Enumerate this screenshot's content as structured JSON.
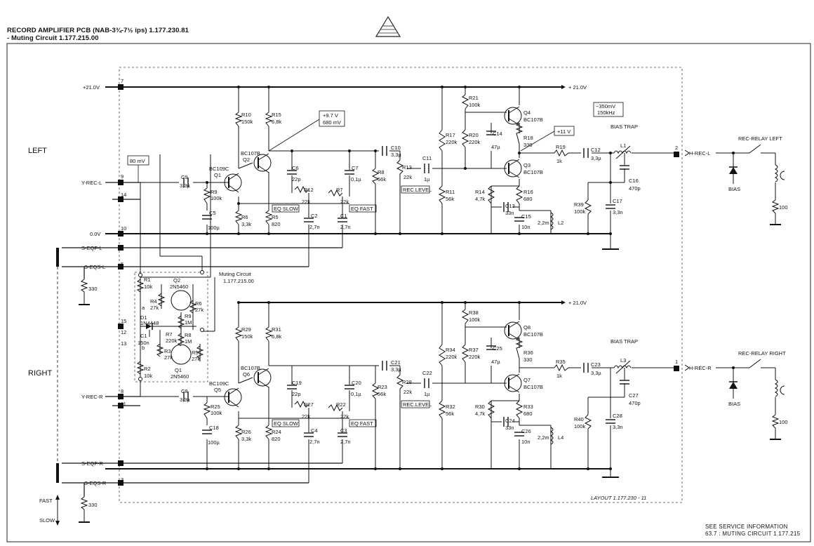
{
  "header": {
    "line1": "RECORD AMPLIFIER PCB (NAB-3¾-7½ ips)   1.177.230.81",
    "line2": "- Muting Circuit   1.177.215.00"
  },
  "footer": {
    "line1": "SEE SERVICE INFORMATION",
    "line2": "63.7 : MUTING CIRCUIT 1.177.215"
  },
  "layout_label": "LAYOUT  1.177.230 - 11",
  "channels": {
    "left": "LEFT",
    "right": "RIGHT"
  },
  "rails": {
    "v21_left": "+21.0V",
    "v21_right": "+ 21.0V",
    "v21_mid": "+ 21.0V",
    "zero": "0.0V"
  },
  "inputs": {
    "y_rec_l": "Y-REC-L",
    "y_rec_r": "Y-REC-R",
    "s_eqf_l": "S-EQF-L",
    "s_eqs_l": "S-EQS-L",
    "s_eqf_r": "S-EQF-R",
    "s_eqs_r": "S-EQS-R"
  },
  "outputs": {
    "h_rec_l": "H-REC-L",
    "h_rec_r": "H-REC-R",
    "relay_left": "REC-RELAY LEFT",
    "relay_right": "REC-RELAY RIGHT",
    "bias": "BIAS",
    "r100": "100"
  },
  "pins": [
    "7",
    "9",
    "14",
    "10",
    "6",
    "5",
    "15",
    "12",
    "13",
    "8",
    "11",
    "4",
    "3",
    "2",
    "1"
  ],
  "annotations": {
    "v80": "80 mV",
    "v97": "+9.7 V",
    "v680": "680 mV",
    "v11": "+11 V",
    "v350": "~350mV",
    "f150": "150kHz",
    "bias_trap": "BIAS TRAP",
    "eq_slow": "EQ SLOW",
    "eq_fast": "EQ FAST",
    "rec_level": "REC.LEVEL",
    "muting_title": "Muting Circuit",
    "muting_num": "1.177.215.00",
    "fast": "FAST",
    "slow": "SLOW",
    "r330": "330"
  },
  "left_parts": {
    "r10": "R10",
    "r10v": "150k",
    "r15": "R15",
    "r15v": "6,8k",
    "q1": "BC109C",
    "q1n": "Q1",
    "q2": "BC107B",
    "q2n": "Q2",
    "c9": "C9",
    "c9v": "3,3µ",
    "r9": "R9",
    "r9v": "100k",
    "c5": "C5",
    "c5v": "100µ",
    "r6": "R6",
    "r6v": "3,3k",
    "r5": "R5",
    "r5v": "820",
    "c6": "C6",
    "c6v": "22p",
    "c7": "C7",
    "c7v": "0,1µ",
    "r8": "R8",
    "r8v": "56k",
    "r12": "R12",
    "r12v": "22k",
    "r7": "R7",
    "r7v": "22k",
    "c2": "C2",
    "c2v": "2,7n",
    "c1": "C1",
    "c1v": "2,7n",
    "c10": "C10",
    "c10v": "3,3µ",
    "r13": "R13",
    "r13v": "22k",
    "c11": "C11",
    "c11v": "1µ",
    "r17": "R17",
    "r17v": "220k",
    "r11": "R11",
    "r11v": "56k",
    "r21": "R21",
    "r21v": "100k",
    "r20": "R20",
    "r20v": "220k",
    "c14": "C14",
    "c14v": "47µ",
    "q4": "Q4",
    "q4t": "BC107B",
    "r18": "R18",
    "r18v": "330",
    "q3": "Q3",
    "q3t": "BC107B",
    "r14": "R14",
    "r14v": "4,7k",
    "r16": "R16",
    "r16v": "680",
    "c13": "C13",
    "c13v": "33n",
    "c15": "C15",
    "c15v": "10n",
    "l2": "L2",
    "l2v": "2,2m",
    "r19": "R19",
    "r19v": "1k",
    "c12": "C12",
    "c12v": "3,3µ",
    "l1": "L1",
    "c16": "C16",
    "c16v": "470p",
    "r39": "R39",
    "r39v": "100k",
    "c17": "C17",
    "c17v": "3,3n"
  },
  "right_parts": {
    "r29": "R29",
    "r29v": "150k",
    "r31": "R31",
    "r31v": "6,8k",
    "q5": "BC109C",
    "q5n": "Q5",
    "q6": "BC107B",
    "q6n": "Q6",
    "c8": "C8",
    "c8v": "3,3µ",
    "r25": "R25",
    "r25v": "100k",
    "c18": "C18",
    "c18v": "100µ",
    "r26": "R26",
    "r26v": "3,3k",
    "r24": "R24",
    "r24v": "820",
    "c19": "C19",
    "c19v": "22p",
    "c20": "C20",
    "c20v": "0,1µ",
    "r23": "R23",
    "r23v": "56k",
    "r27": "R27",
    "r27v": "22k",
    "r22": "R22",
    "r22v": "22k",
    "c4": "C4",
    "c4v": "2,7n",
    "c3": "C3",
    "c3v": "2,7n",
    "c21": "C21",
    "c21v": "3,3µ",
    "r28": "R28",
    "r28v": "22k",
    "c22": "C22",
    "c22v": "1µ",
    "r34": "R34",
    "r34v": "220k",
    "r32": "R32",
    "r32v": "56k",
    "r38": "R38",
    "r38v": "100k",
    "r37": "R37",
    "r37v": "220k",
    "c25": "C25",
    "c25v": "47µ",
    "q8": "Q8",
    "q8t": "BC107B",
    "r36": "R36",
    "r36v": "330",
    "q7": "Q7",
    "q7t": "BC107B",
    "r30": "R30",
    "r30v": "4,7k",
    "r33": "R33",
    "r33v": "680",
    "c24": "C24",
    "c24v": "33n",
    "c26": "C26",
    "c26v": "10n",
    "l4": "L4",
    "l4v": "2,2m",
    "r35": "R35",
    "r35v": "1k",
    "c23": "C23",
    "c23v": "3,3µ",
    "l3": "L3",
    "c27": "C27",
    "c27v": "470p",
    "r40": "R40",
    "r40v": "100k",
    "c28": "C28",
    "c28v": "3,3n"
  },
  "muting_parts": {
    "r1": "R1",
    "r1v": "10k",
    "r2": "R2",
    "r2v": "10k",
    "q2": "Q2",
    "q2t": "2N5460",
    "r4": "R4",
    "r4v": "27k",
    "r6": "R6",
    "r6v": "27k",
    "r9": "R9",
    "r9v": "1M",
    "r8": "R8",
    "r8v": "1M",
    "d1": "D1",
    "d1t": "1N4448",
    "c1": "C1",
    "c1v": "150n",
    "r7": "R7",
    "r7v": "220k",
    "r3": "R3",
    "r3v": "27k",
    "r5": "R5",
    "r5v": "27k",
    "q1": "Q1",
    "q1t": "2N5460",
    "a": "a",
    "b": "b"
  }
}
